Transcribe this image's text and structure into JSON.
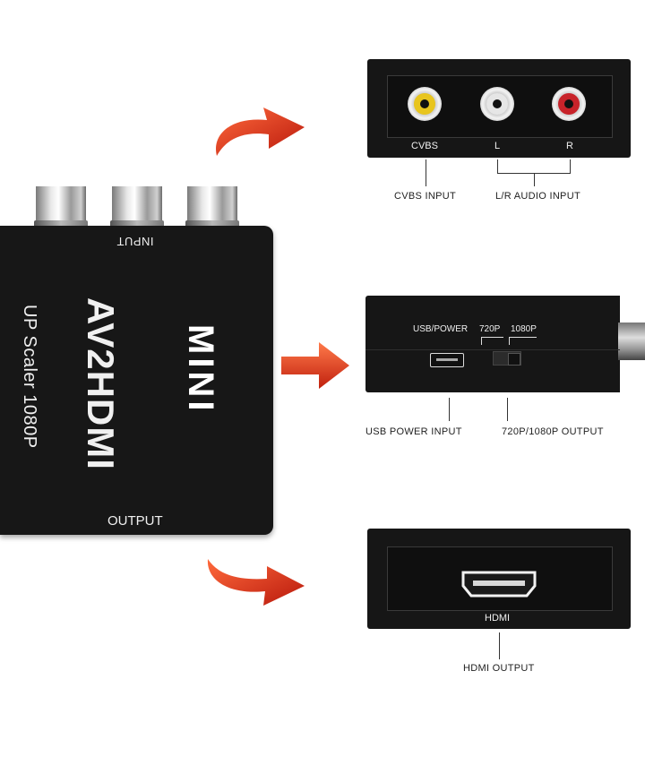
{
  "device": {
    "input_label": "INPUT",
    "model_label": "AV2HDMI",
    "scaler_label": "UP Scaler 1080P",
    "mini_label": "MINI",
    "output_label": "OUTPUT"
  },
  "panel_input": {
    "cvbs_label": "CVBS",
    "left_label": "L",
    "right_label": "R",
    "cvbs_caption": "CVBS INPUT",
    "audio_caption": "L/R AUDIO INPUT"
  },
  "panel_side": {
    "usb_label": "USB/POWER",
    "res720_label": "720P",
    "res1080_label": "1080P",
    "usb_caption": "USB POWER INPUT",
    "res_caption": "720P/1080P OUTPUT"
  },
  "panel_output": {
    "hdmi_label": "HDMI",
    "hdmi_caption": "HDMI OUTPUT"
  },
  "colors": {
    "arrow_red": "#d8321e",
    "cvbs_yellow": "#e8c51e",
    "audio_white": "#e6e6e6",
    "audio_red": "#c8232a",
    "device_black": "#171717"
  }
}
